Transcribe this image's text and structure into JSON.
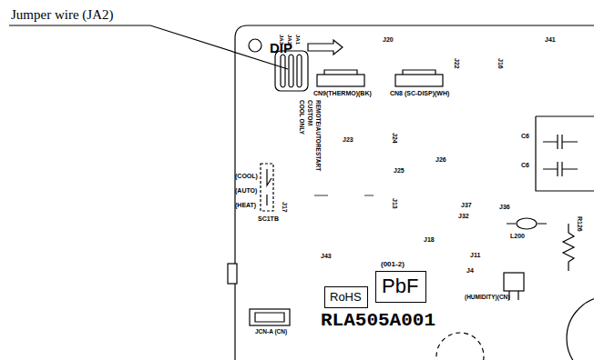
{
  "diagram": {
    "nodes": [
      {
        "text": [
          "RoHS"
        ]
      },
      {
        "text": [
          "PbF"
        ]
      }
    ],
    "labels": [
      "Jumper wire (JA2)",
      "DIP",
      "J20",
      "J22",
      "J16",
      "J41",
      "JA3",
      "JA2",
      "JA1",
      "CN9(THERMO)(BK)",
      "CN8 (SC-DISP)(WH)",
      "REMOTE/AUTORESTART",
      "CUSTOM",
      "COOL ONLY",
      "(COOL)",
      "(AUTO)",
      "(HEAT)",
      "SC1TB",
      "J17",
      "J23",
      "J24",
      "J25",
      "J26",
      "C6",
      "C6",
      "J13",
      "J18",
      "J37",
      "J32",
      "J36",
      "L200",
      "R126",
      "J43",
      "J11",
      "J4",
      "(001-2)",
      "RLA505A001",
      "(HUMIDITY)(CN)",
      "JCN-A (CN)"
    ]
  }
}
